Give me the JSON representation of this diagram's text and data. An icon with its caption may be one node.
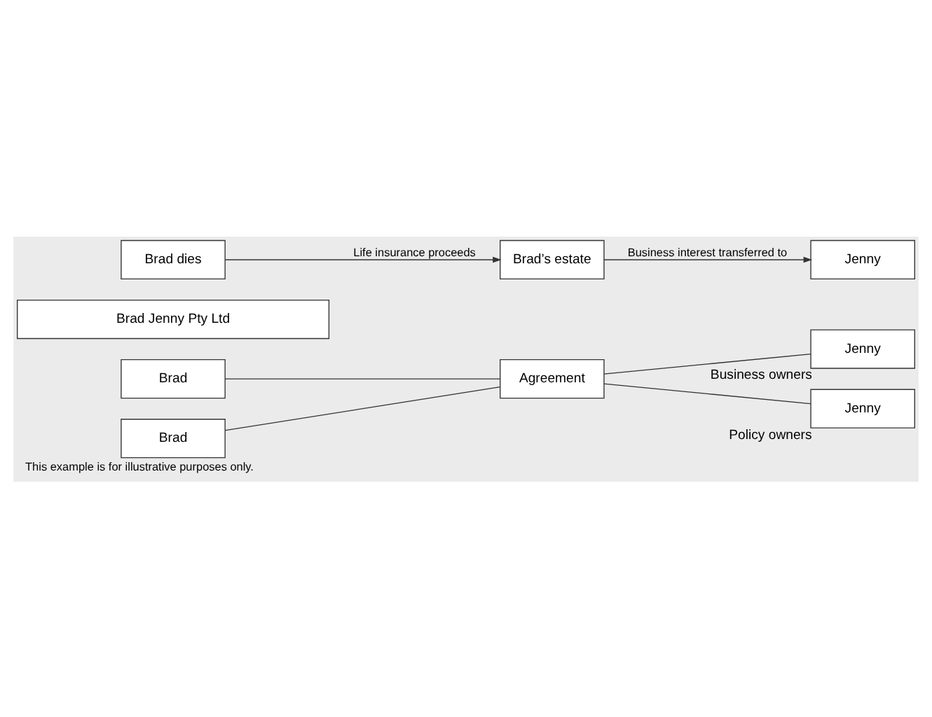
{
  "diagram": {
    "caption": "This example is for illustrative purposes only.",
    "nodes": [
      {
        "text": [
          "Brad Jenny Pty Ltd"
        ]
      },
      {
        "text": [
          "Brad"
        ]
      },
      {
        "text": [
          "Agreement"
        ]
      },
      {
        "text": [
          "Jenny"
        ],
        "beside": [
          "Business owners"
        ]
      },
      {
        "text": [
          "Brad"
        ]
      },
      {
        "text": [
          "Jenny"
        ],
        "beside": [
          "Policy owners"
        ]
      },
      {
        "text": [
          "Brad dies"
        ]
      },
      {
        "text": [
          "Brad’s estate"
        ]
      },
      {
        "text": [
          "Jenny"
        ]
      }
    ],
    "edges": [
      {
        "from": 1,
        "to": 2,
        "arrow": "none"
      },
      {
        "from": 4,
        "to": 2,
        "arrow": "none"
      },
      {
        "from": 2,
        "to": 3,
        "arrow": "none"
      },
      {
        "from": 2,
        "to": 5,
        "arrow": "none"
      },
      {
        "from": 6,
        "to": 7,
        "arrow": "to",
        "label": "Life insurance proceeds"
      },
      {
        "from": 7,
        "to": 8,
        "arrow": "to",
        "label": "Business interest transferred to"
      }
    ]
  }
}
